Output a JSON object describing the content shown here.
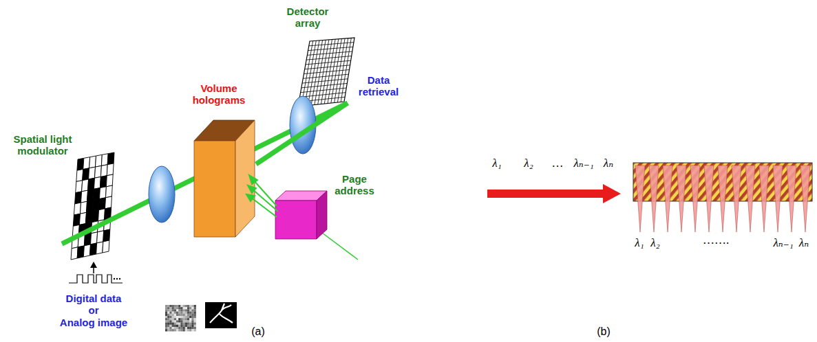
{
  "diagram": {
    "labels": [
      "Detector array",
      "Data retrieval",
      "Volume holograms",
      "Spatial light modulator",
      "Page address",
      "Digital data or Analog image",
      "(a)",
      "(b)",
      "λ₁",
      "λ₂",
      "…",
      "λₙ₋₁",
      "λₙ",
      "λ₁",
      "λ₂",
      "…….",
      "λₙ₋₁",
      "λₙ"
    ]
  }
}
